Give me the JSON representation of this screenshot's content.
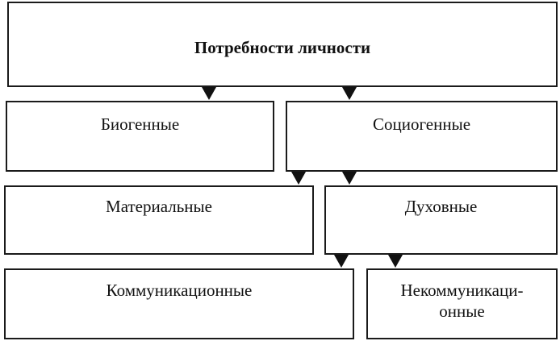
{
  "diagram": {
    "root": {
      "label": "Потребности личности"
    },
    "level1": {
      "biogenic": "Биогенные",
      "sociogenic": "Социогенные"
    },
    "level2": {
      "material": "Материальные",
      "spiritual": "Духовные"
    },
    "level3": {
      "communicative": "Коммуникационные",
      "noncommunicative_line1": "Некоммуникаци-",
      "noncommunicative_line2": "онные"
    }
  }
}
